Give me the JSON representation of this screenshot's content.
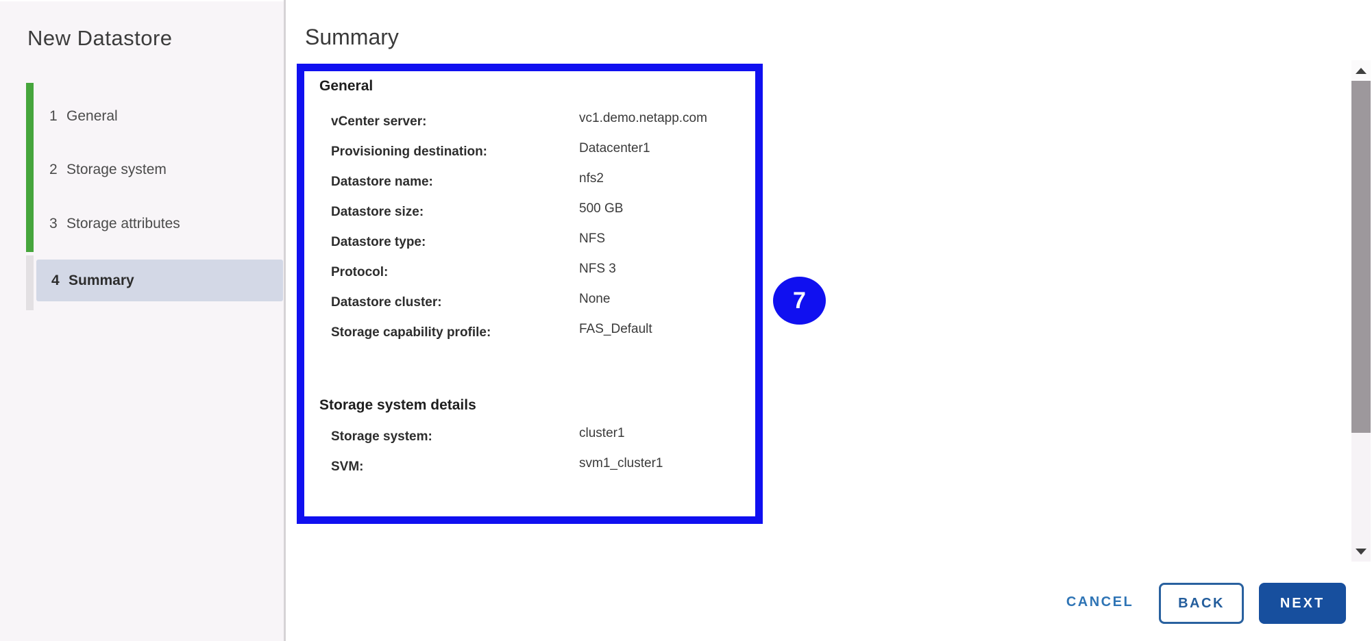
{
  "wizard": {
    "title": "New Datastore",
    "steps": [
      {
        "number": "1",
        "label": "General"
      },
      {
        "number": "2",
        "label": "Storage system"
      },
      {
        "number": "3",
        "label": "Storage attributes"
      },
      {
        "number": "4",
        "label": "Summary"
      }
    ]
  },
  "main": {
    "title": "Summary",
    "sections": [
      {
        "heading": "General",
        "rows": [
          {
            "label": "vCenter server:",
            "value": "vc1.demo.netapp.com"
          },
          {
            "label": "Provisioning destination:",
            "value": "Datacenter1"
          },
          {
            "label": "Datastore name:",
            "value": "nfs2"
          },
          {
            "label": "Datastore size:",
            "value": "500 GB"
          },
          {
            "label": "Datastore type:",
            "value": "NFS"
          },
          {
            "label": "Protocol:",
            "value": "NFS 3"
          },
          {
            "label": "Datastore cluster:",
            "value": "None"
          },
          {
            "label": "Storage capability profile:",
            "value": "FAS_Default"
          }
        ]
      },
      {
        "heading": "Storage system details",
        "rows": [
          {
            "label": "Storage system:",
            "value": "cluster1"
          },
          {
            "label": "SVM:",
            "value": "svm1_cluster1"
          }
        ]
      }
    ]
  },
  "annotation": {
    "badge": "7"
  },
  "footer": {
    "cancel": "CANCEL",
    "back": "BACK",
    "next": "NEXT"
  },
  "colors": {
    "highlight_blue": "#1010f0",
    "primary_button": "#174f9e",
    "link_blue": "#2e74b5",
    "step_done_green": "#46a53c",
    "selected_step_bg": "#d3d8e6",
    "sidebar_bg": "#f8f5f8"
  }
}
